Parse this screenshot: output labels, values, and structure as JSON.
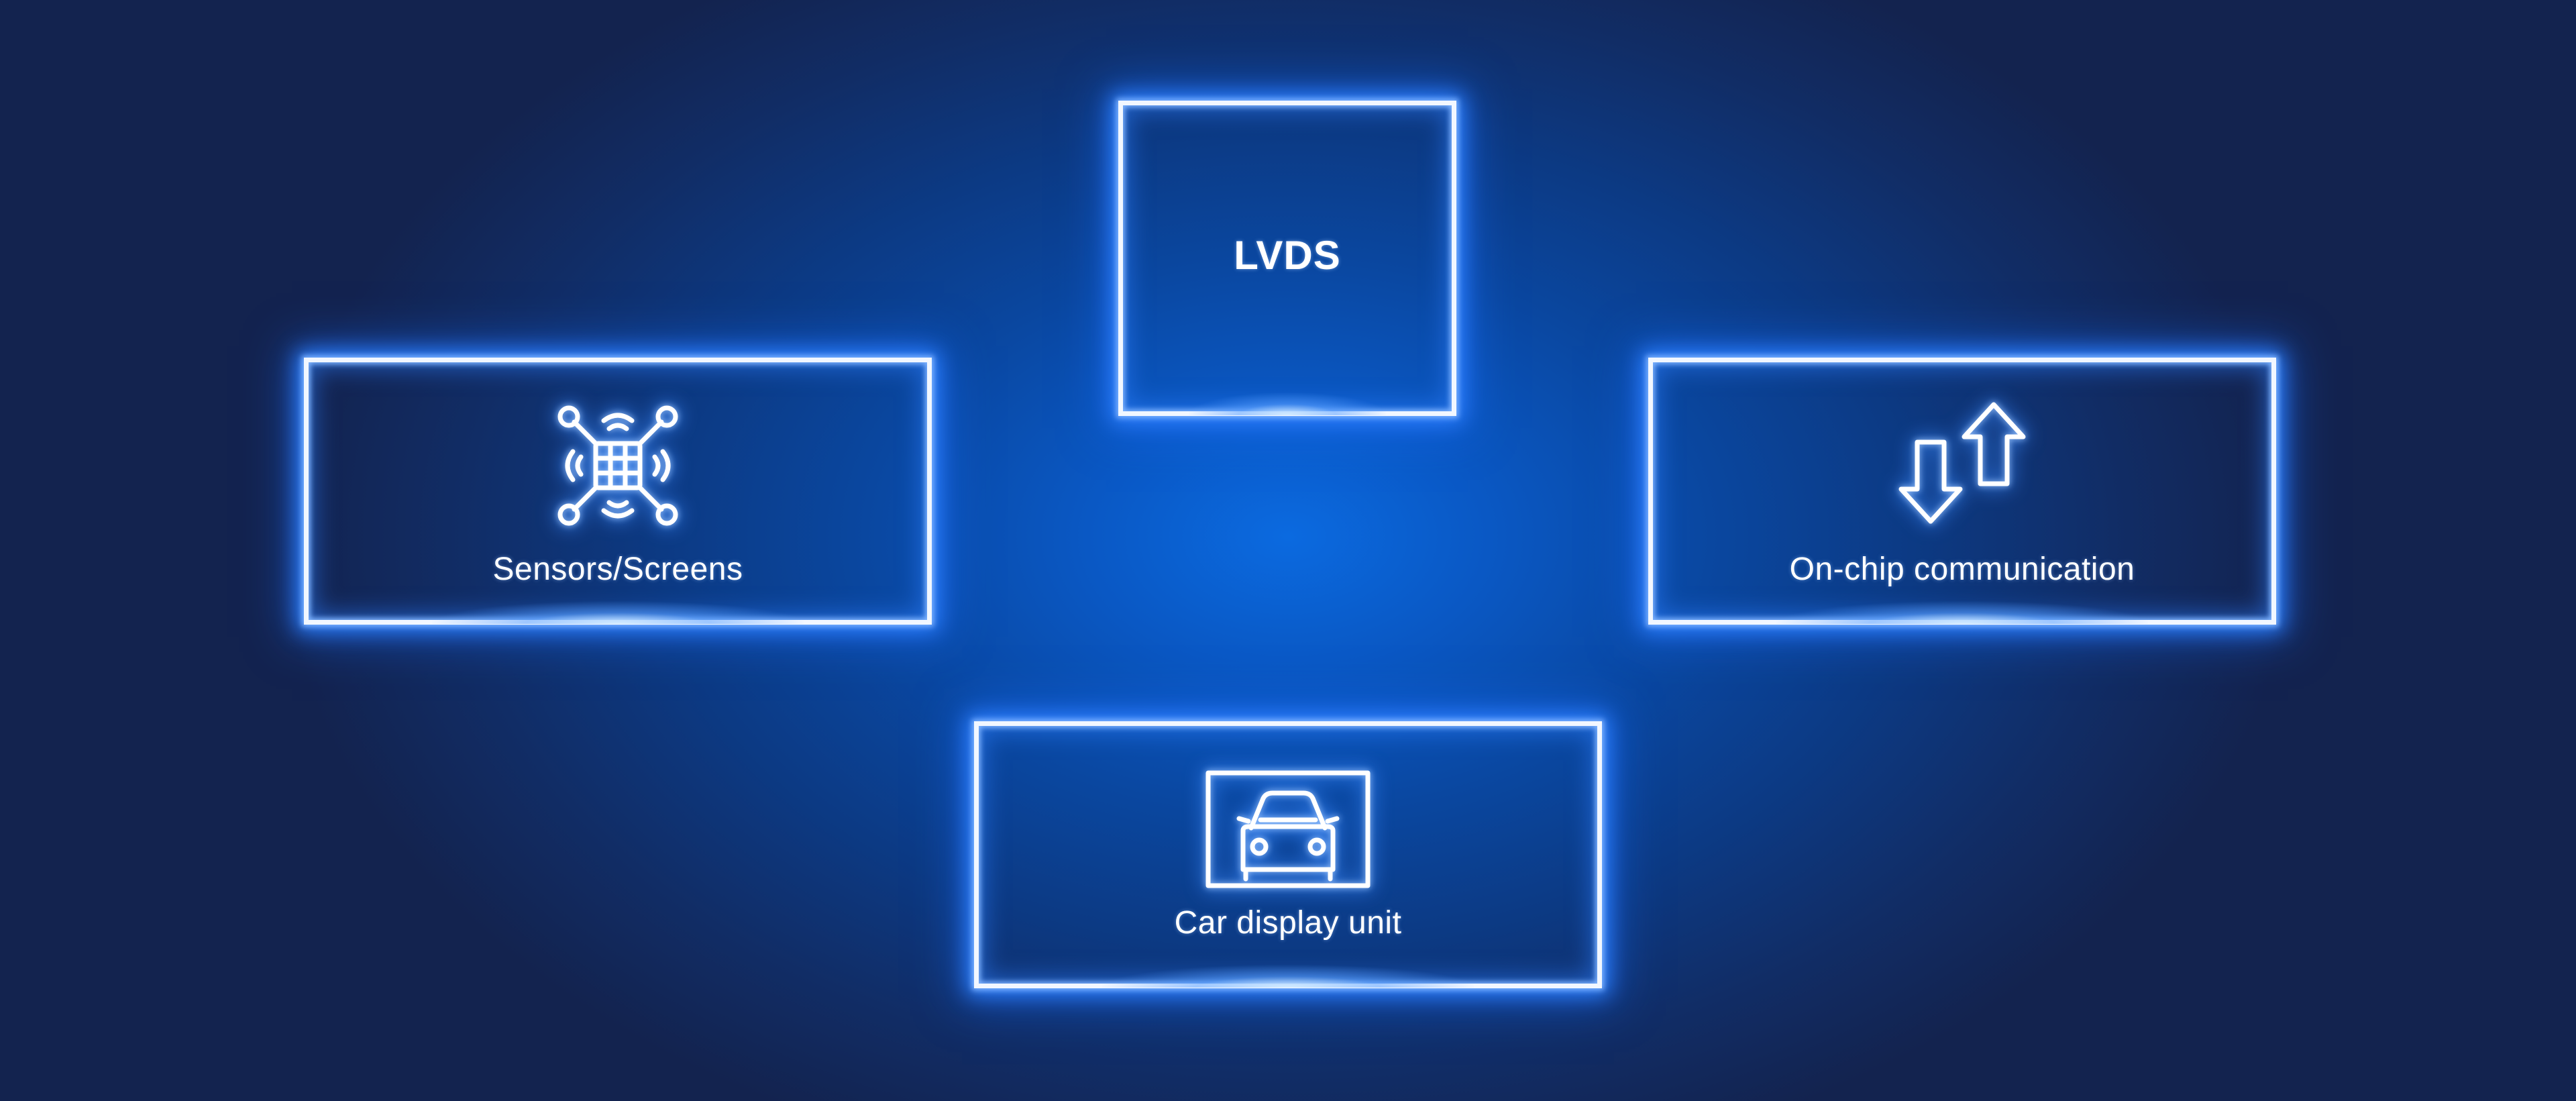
{
  "diagram": {
    "center": {
      "label": "LVDS"
    },
    "nodes": [
      {
        "id": "sensors",
        "label": "Sensors/Screens",
        "icon": "sensor-chip-icon"
      },
      {
        "id": "onchip",
        "label": "On-chip communication",
        "icon": "up-down-arrows-icon"
      },
      {
        "id": "car",
        "label": "Car display unit",
        "icon": "car-display-icon"
      }
    ]
  },
  "colors": {
    "background_dark": "#13234f",
    "background_glow": "#0b6ae0",
    "frame": "#f2f7ff",
    "glow": "#2f80ff",
    "text": "#ffffff"
  }
}
